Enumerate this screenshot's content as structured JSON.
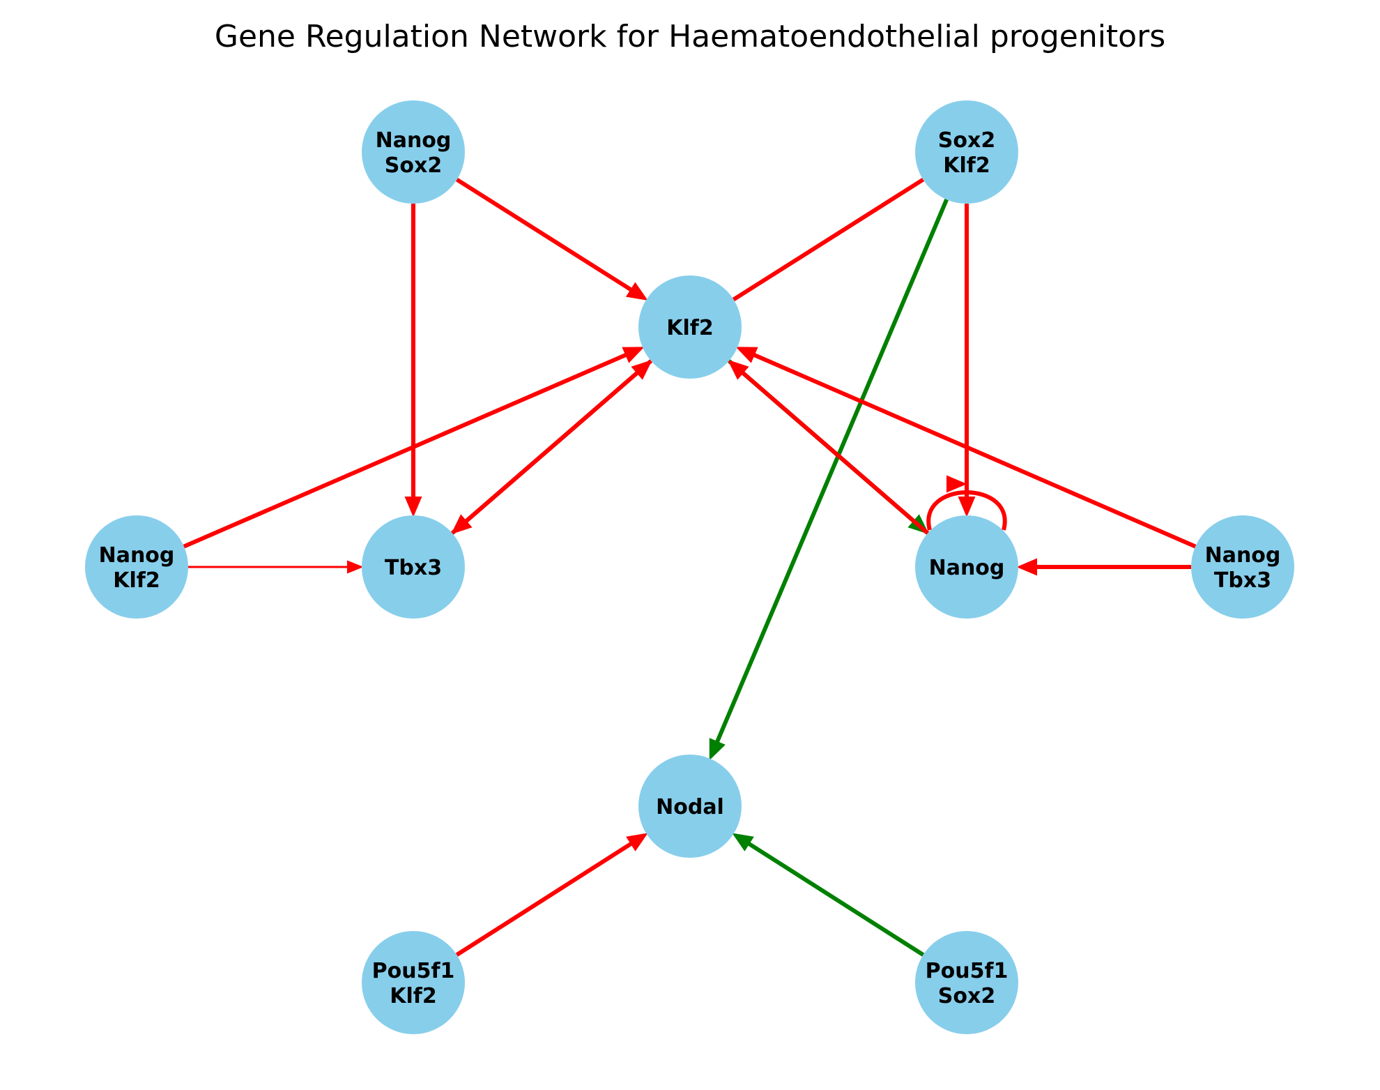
{
  "title": "Gene Regulation Network for Haematoendothelial progenitors",
  "colors": {
    "node_fill": "#87ceeb",
    "repression": "#ff0000",
    "activation": "#008000"
  },
  "nodes": [
    {
      "id": "nanog_sox2",
      "lines": [
        "Nanog",
        "Sox2"
      ]
    },
    {
      "id": "sox2_klf2",
      "lines": [
        "Sox2",
        "Klf2"
      ]
    },
    {
      "id": "klf2",
      "lines": [
        "Klf2"
      ]
    },
    {
      "id": "nanog_klf2",
      "lines": [
        "Nanog",
        "Klf2"
      ]
    },
    {
      "id": "tbx3",
      "lines": [
        "Tbx3"
      ]
    },
    {
      "id": "nanog",
      "lines": [
        "Nanog"
      ]
    },
    {
      "id": "nanog_tbx3",
      "lines": [
        "Nanog",
        "Tbx3"
      ]
    },
    {
      "id": "nodal",
      "lines": [
        "Nodal"
      ]
    },
    {
      "id": "pou5f1_klf2",
      "lines": [
        "Pou5f1",
        "Klf2"
      ]
    },
    {
      "id": "pou5f1_sox2",
      "lines": [
        "Pou5f1",
        "Sox2"
      ]
    }
  ],
  "edges": [
    {
      "from": "nanog_sox2",
      "to": "klf2",
      "type": "repression"
    },
    {
      "from": "nanog_sox2",
      "to": "tbx3",
      "type": "repression"
    },
    {
      "from": "sox2_klf2",
      "to": "klf2",
      "type": "repression",
      "arrow": false
    },
    {
      "from": "sox2_klf2",
      "to": "nanog",
      "type": "repression"
    },
    {
      "from": "sox2_klf2",
      "to": "nodal",
      "type": "activation"
    },
    {
      "from": "nanog_klf2",
      "to": "klf2",
      "type": "repression"
    },
    {
      "from": "nanog_klf2",
      "to": "tbx3",
      "type": "repression",
      "thin": true
    },
    {
      "from": "klf2",
      "to": "tbx3",
      "type": "repression"
    },
    {
      "from": "tbx3",
      "to": "klf2",
      "type": "repression"
    },
    {
      "from": "klf2",
      "to": "nanog",
      "type": "activation"
    },
    {
      "from": "nanog",
      "to": "klf2",
      "type": "repression"
    },
    {
      "from": "nanog_tbx3",
      "to": "klf2",
      "type": "repression"
    },
    {
      "from": "nanog_tbx3",
      "to": "nanog",
      "type": "repression"
    },
    {
      "from": "nanog",
      "to": "nanog",
      "type": "repression",
      "self_loop": true
    },
    {
      "from": "pou5f1_klf2",
      "to": "nodal",
      "type": "repression"
    },
    {
      "from": "pou5f1_sox2",
      "to": "nodal",
      "type": "activation"
    }
  ]
}
